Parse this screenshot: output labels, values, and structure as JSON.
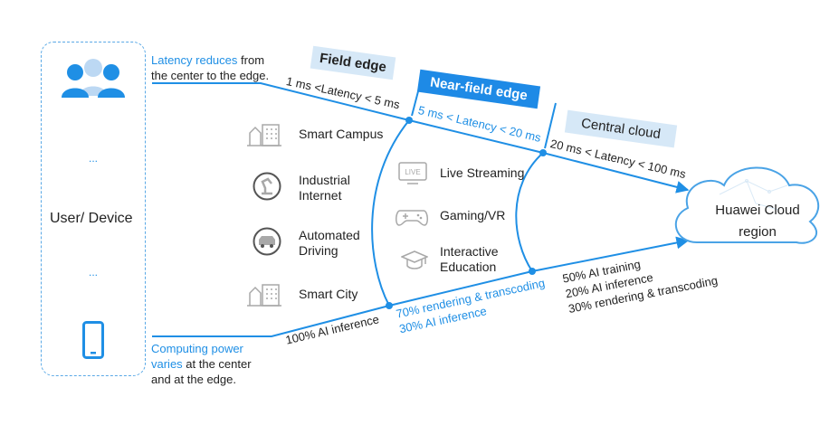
{
  "device": {
    "label": "User/ Device",
    "ellipsis_top": "...",
    "ellipsis_bottom": "...",
    "users_icon": "users-icon",
    "phone_icon": "smartphone-icon"
  },
  "notes": {
    "latency_highlight": "Latency reduces",
    "latency_rest_1": " from",
    "latency_rest_2": "the center to the edge.",
    "compute_highlight_1": "Computing power",
    "compute_highlight_2": "varies",
    "compute_rest_1": " at the center",
    "compute_rest_2": "and at the edge."
  },
  "tiers": {
    "field_edge": "Field edge",
    "near_field_edge": "Near-field edge",
    "central_cloud": "Central cloud"
  },
  "latency": {
    "field": "1 ms <Latency < 5 ms",
    "near": "5 ms < Latency < 20 ms",
    "central": "20 ms < Latency < 100 ms"
  },
  "field_scenarios": [
    {
      "label": "Smart Campus",
      "icon": "campus-building-icon"
    },
    {
      "label_1": "Industrial",
      "label_2": "Internet",
      "icon": "industrial-robot-icon"
    },
    {
      "label_1": "Automated",
      "label_2": "Driving",
      "icon": "vehicle-icon"
    },
    {
      "label": "Smart City",
      "icon": "city-building-icon"
    }
  ],
  "near_scenarios": [
    {
      "label": "Live Streaming",
      "icon": "live-tv-icon"
    },
    {
      "label": "Gaming/VR",
      "icon": "gamepad-icon"
    },
    {
      "label_1": "Interactive",
      "label_2": "Education",
      "icon": "graduation-cap-icon"
    }
  ],
  "compute": {
    "field": "100% AI inference",
    "near_1": "70% rendering & transcoding",
    "near_2": "30% AI inference",
    "central_1": "50% AI training",
    "central_2": "20% AI inference",
    "central_3": "30% rendering & transcoding"
  },
  "cloud": {
    "line_1": "Huawei Cloud",
    "line_2": "region",
    "icon": "cloud-icon"
  },
  "colors": {
    "accent": "#1f8fe5",
    "tag_light": "#d6e8f7",
    "tag_dark": "#1e8ae6",
    "icon_gray": "#a8a8a8"
  }
}
